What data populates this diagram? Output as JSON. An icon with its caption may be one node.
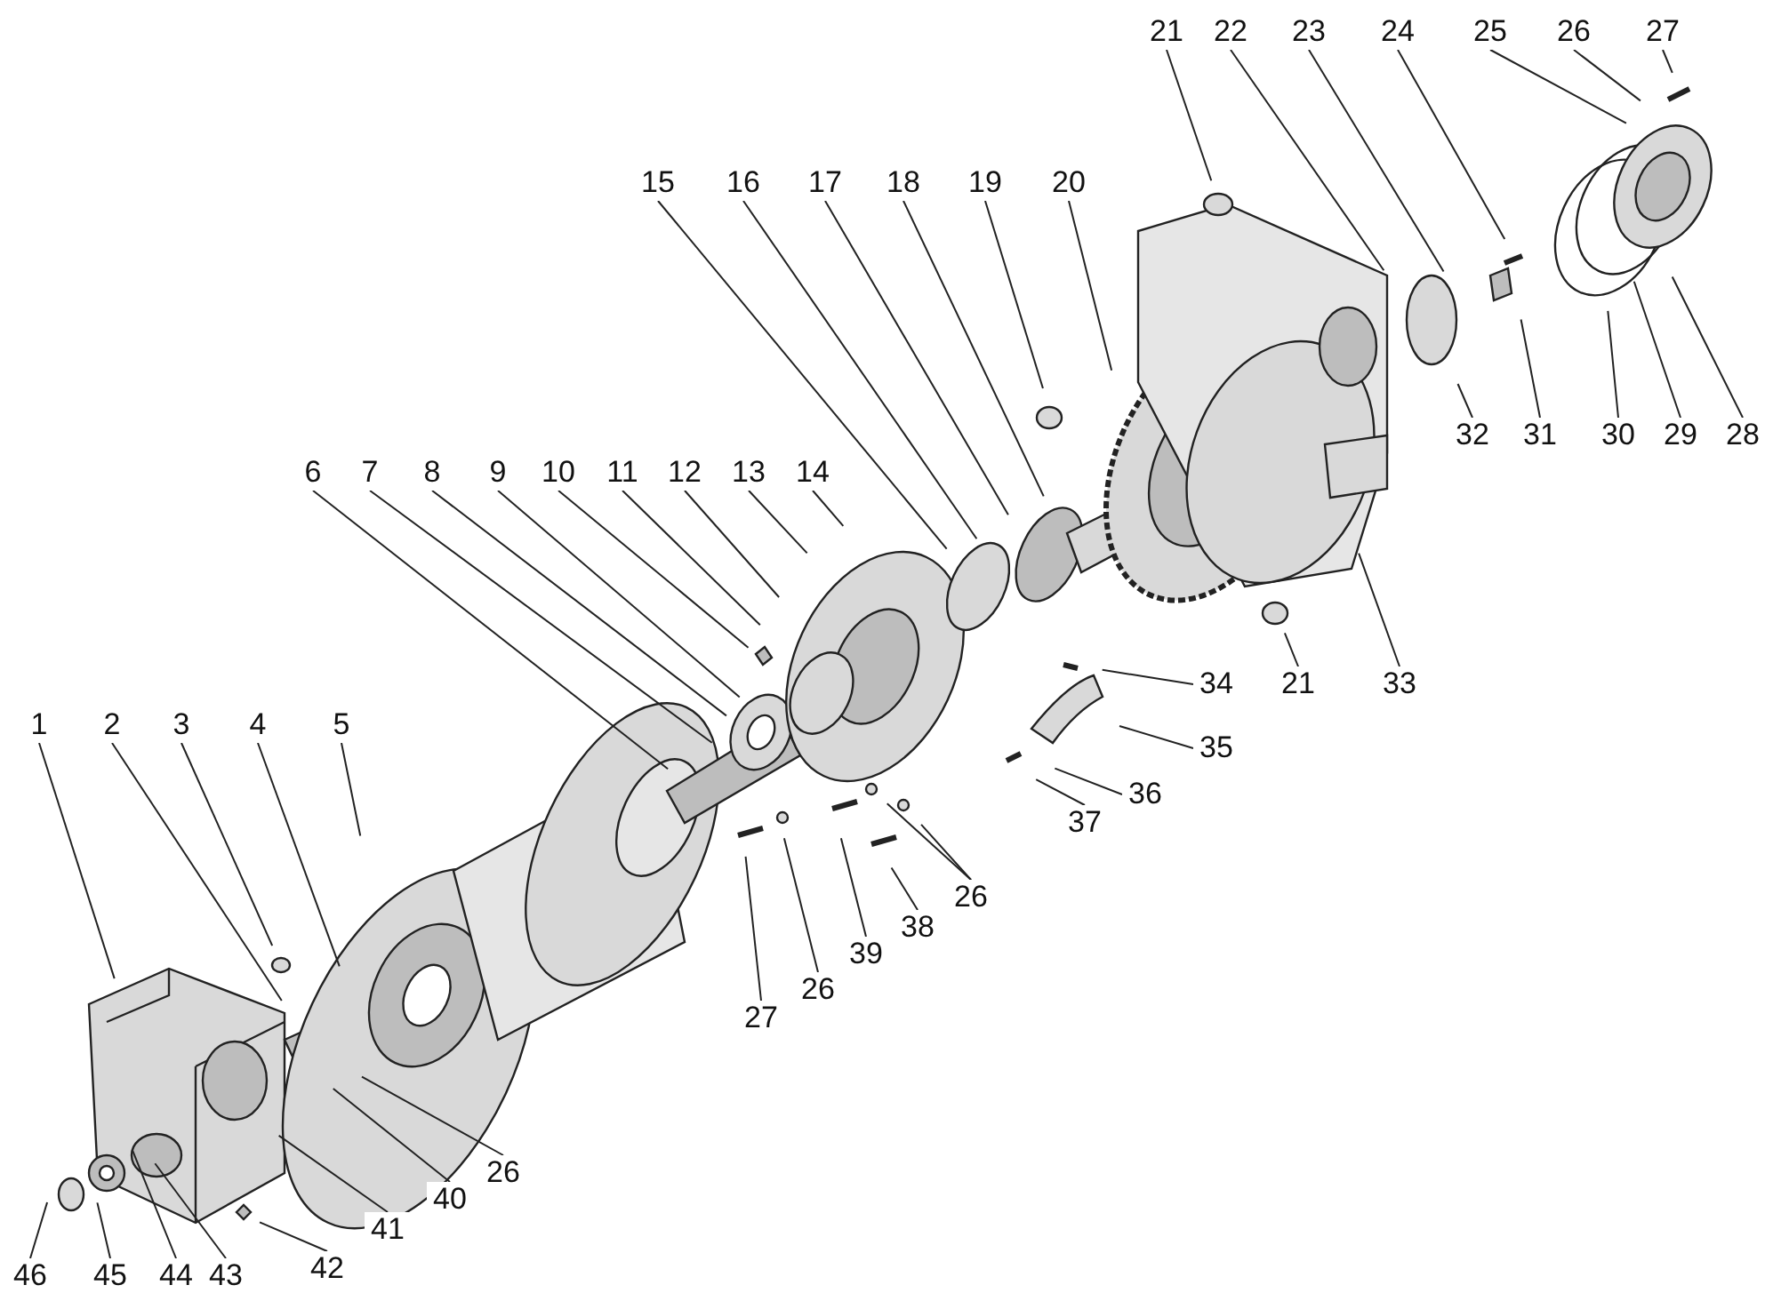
{
  "diagram": {
    "nodes": [
      {
        "text": [
          "21"
        ]
      },
      {
        "text": [
          "22"
        ]
      },
      {
        "text": [
          "23"
        ]
      },
      {
        "text": [
          "24"
        ]
      },
      {
        "text": [
          "25"
        ]
      },
      {
        "text": [
          "26"
        ]
      },
      {
        "text": [
          "27"
        ]
      },
      {
        "text": [
          "15"
        ]
      },
      {
        "text": [
          "16"
        ]
      },
      {
        "text": [
          "17"
        ]
      },
      {
        "text": [
          "18"
        ]
      },
      {
        "text": [
          "19"
        ]
      },
      {
        "text": [
          "20"
        ]
      },
      {
        "text": [
          "32"
        ]
      },
      {
        "text": [
          "31"
        ]
      },
      {
        "text": [
          "30"
        ]
      },
      {
        "text": [
          "29"
        ]
      },
      {
        "text": [
          "28"
        ]
      },
      {
        "text": [
          "6"
        ]
      },
      {
        "text": [
          "7"
        ]
      },
      {
        "text": [
          "8"
        ]
      },
      {
        "text": [
          "9"
        ]
      },
      {
        "text": [
          "10"
        ]
      },
      {
        "text": [
          "11"
        ]
      },
      {
        "text": [
          "12"
        ]
      },
      {
        "text": [
          "13"
        ]
      },
      {
        "text": [
          "14"
        ]
      },
      {
        "text": [
          "34"
        ]
      },
      {
        "text": [
          "21"
        ]
      },
      {
        "text": [
          "33"
        ]
      },
      {
        "text": [
          "1"
        ]
      },
      {
        "text": [
          "2"
        ]
      },
      {
        "text": [
          "3"
        ]
      },
      {
        "text": [
          "4"
        ]
      },
      {
        "text": [
          "5"
        ]
      },
      {
        "text": [
          "35"
        ]
      },
      {
        "text": [
          "36"
        ]
      },
      {
        "text": [
          "37"
        ]
      },
      {
        "text": [
          "26"
        ]
      },
      {
        "text": [
          "38"
        ]
      },
      {
        "text": [
          "39"
        ]
      },
      {
        "text": [
          "26"
        ]
      },
      {
        "text": [
          "27"
        ]
      },
      {
        "text": [
          "26"
        ]
      },
      {
        "text": [
          "40"
        ]
      },
      {
        "text": [
          "41"
        ]
      },
      {
        "text": [
          "42"
        ]
      },
      {
        "text": [
          "46"
        ]
      },
      {
        "text": [
          "45"
        ]
      },
      {
        "text": [
          "44"
        ]
      },
      {
        "text": [
          "43"
        ]
      }
    ],
    "edges": [
      {
        "from": 0,
        "to": null,
        "arrow": "none"
      },
      {
        "from": 1,
        "to": null,
        "arrow": "none"
      },
      {
        "from": 2,
        "to": null,
        "arrow": "none"
      },
      {
        "from": 3,
        "to": null,
        "arrow": "none"
      },
      {
        "from": 4,
        "to": null,
        "arrow": "none"
      },
      {
        "from": 5,
        "to": null,
        "arrow": "none"
      },
      {
        "from": 6,
        "to": null,
        "arrow": "none"
      },
      {
        "from": 7,
        "to": null,
        "arrow": "none"
      },
      {
        "from": 8,
        "to": null,
        "arrow": "none"
      },
      {
        "from": 9,
        "to": null,
        "arrow": "none"
      },
      {
        "from": 10,
        "to": null,
        "arrow": "none"
      },
      {
        "from": 11,
        "to": null,
        "arrow": "none"
      },
      {
        "from": 12,
        "to": null,
        "arrow": "none"
      },
      {
        "from": 13,
        "to": null,
        "arrow": "none"
      },
      {
        "from": 14,
        "to": null,
        "arrow": "none"
      },
      {
        "from": 15,
        "to": null,
        "arrow": "none"
      },
      {
        "from": 16,
        "to": null,
        "arrow": "none"
      },
      {
        "from": 17,
        "to": null,
        "arrow": "none"
      },
      {
        "from": 18,
        "to": null,
        "arrow": "none"
      },
      {
        "from": 19,
        "to": null,
        "arrow": "none"
      },
      {
        "from": 20,
        "to": null,
        "arrow": "none"
      },
      {
        "from": 21,
        "to": null,
        "arrow": "none"
      },
      {
        "from": 22,
        "to": null,
        "arrow": "none"
      },
      {
        "from": 23,
        "to": null,
        "arrow": "none"
      },
      {
        "from": 24,
        "to": null,
        "arrow": "none"
      },
      {
        "from": 25,
        "to": null,
        "arrow": "none"
      },
      {
        "from": 26,
        "to": null,
        "arrow": "none"
      },
      {
        "from": 27,
        "to": null,
        "arrow": "none"
      },
      {
        "from": 28,
        "to": null,
        "arrow": "none"
      },
      {
        "from": 29,
        "to": null,
        "arrow": "none"
      },
      {
        "from": 30,
        "to": null,
        "arrow": "none"
      },
      {
        "from": 31,
        "to": null,
        "arrow": "none"
      },
      {
        "from": 32,
        "to": null,
        "arrow": "none"
      },
      {
        "from": 33,
        "to": null,
        "arrow": "none"
      },
      {
        "from": 34,
        "to": null,
        "arrow": "none"
      },
      {
        "from": 35,
        "to": null,
        "arrow": "none"
      },
      {
        "from": 36,
        "to": null,
        "arrow": "none"
      },
      {
        "from": 37,
        "to": null,
        "arrow": "none"
      },
      {
        "from": 38,
        "to": null,
        "arrow": "none"
      },
      {
        "from": 38,
        "to": null,
        "arrow": "none"
      },
      {
        "from": 39,
        "to": null,
        "arrow": "none"
      },
      {
        "from": 40,
        "to": null,
        "arrow": "none"
      },
      {
        "from": 41,
        "to": null,
        "arrow": "none"
      },
      {
        "from": 42,
        "to": null,
        "arrow": "none"
      },
      {
        "from": 43,
        "to": null,
        "arrow": "none"
      },
      {
        "from": 44,
        "to": null,
        "arrow": "none"
      },
      {
        "from": 45,
        "to": null,
        "arrow": "none"
      },
      {
        "from": 46,
        "to": null,
        "arrow": "none"
      },
      {
        "from": 47,
        "to": null,
        "arrow": "none"
      },
      {
        "from": 48,
        "to": null,
        "arrow": "none"
      },
      {
        "from": 49,
        "to": null,
        "arrow": "none"
      },
      {
        "from": 50,
        "to": null,
        "arrow": "none"
      }
    ]
  }
}
